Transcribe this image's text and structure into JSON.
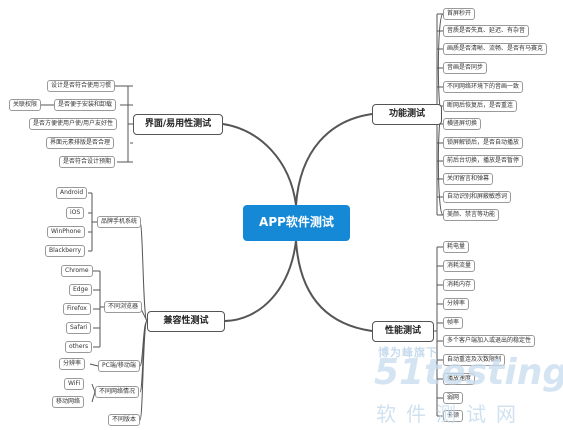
{
  "center": "APP软件测试",
  "branches": {
    "function": {
      "title": "功能测试",
      "items": [
        "首屏秒开",
        "音质是否失真、延迟、有杂音",
        "画质是否清晰、流畅、是否有马赛克",
        "音画是否同步",
        "不同网络环境下的音画一致",
        "断网后恢复后，是否重连",
        "横竖屏切换",
        "锁屏解锁后，是否自动播放",
        "前后台切换，播放是否暂停",
        "关闭留言和弹幕",
        "自动识别和屏蔽敏感词",
        "美颜、禁言等功能"
      ]
    },
    "ui": {
      "title": "界面/易用性测试",
      "items": [
        "设计是否符合使用习惯",
        "是否便于安装和卸载",
        "是否方便使用户使/用户友好性",
        "界面元素排版是否合理",
        "是否符合设计预期"
      ],
      "sub": "关联权限"
    },
    "compat": {
      "title": "兼容性测试",
      "groups": [
        {
          "label": "品牌手机系统",
          "items": [
            "Android",
            "iOS",
            "WinPhone",
            "Blackberry"
          ]
        },
        {
          "label": "不同浏览器",
          "items": [
            "Chrome",
            "Edge",
            "Firefox",
            "Safari",
            "others"
          ]
        },
        {
          "label": "PC端/移动端",
          "items": [
            "分辨率"
          ]
        },
        {
          "label": "不同网络情况",
          "items": [
            "WiFi",
            "移动网络"
          ]
        },
        {
          "label": "不同版本",
          "items": []
        }
      ]
    },
    "perf": {
      "title": "性能测试",
      "items": [
        "耗电量",
        "消耗流量",
        "消耗内存",
        "分辨率",
        "帧率",
        "多个客户端加入或退出的稳定性",
        "自动重连及次数限制",
        "播放速度",
        "弱网",
        "卡顿"
      ]
    }
  },
  "watermark": {
    "line1": "博为峰旗下",
    "line2": "51testing",
    "line3": "软件测试网"
  },
  "colors": {
    "center": "#1589d6",
    "line": "#555555",
    "node_border": "#9a9a9a"
  }
}
